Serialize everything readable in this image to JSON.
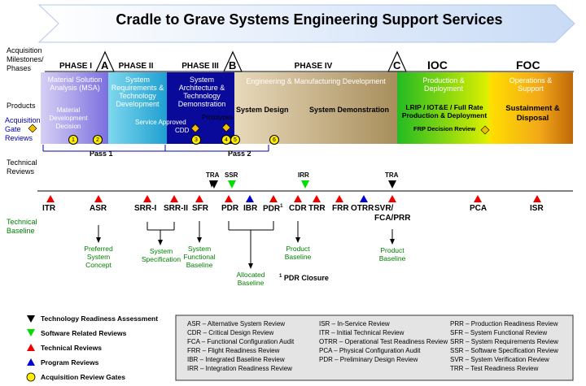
{
  "title": "Cradle to Grave Systems Engineering Support Services",
  "side_labels": {
    "milestones": "Acquisition Milestones/ Phases",
    "products": "Products",
    "gate_reviews": "Acquisition Gate Reviews",
    "technical_reviews": "Technical Reviews",
    "technical_baseline": "Technical Baseline"
  },
  "milestones": [
    "A",
    "B",
    "C"
  ],
  "phases": {
    "p1": "PHASE I",
    "p2": "PHASE II",
    "p3": "PHASE III",
    "p4": "PHASE IV",
    "ioc": "IOC",
    "foc": "FOC"
  },
  "products": {
    "msa": "Material Solution Analysis (MSA)",
    "mdd": "Material Development Decision",
    "srtd": "System Requirements & Technology Development",
    "service_approved": "Service Approved",
    "satd": "System Architecture & Technology Demonstration",
    "cdd": "CDD",
    "prototypes": "Prototypes",
    "emd": "Engineering & Manufacturing Development",
    "system_design": "System Design",
    "system_demo": "System Demonstration",
    "prod_deploy": "Production & Deployment",
    "lrip": "LRIP / IOT&E / Full Rate Production & Deployment",
    "frp": "FRP Decision Review",
    "ops_support": "Operations & Support",
    "sustainment": "Sustainment & Disposal"
  },
  "gates": [
    "1",
    "2",
    "3",
    "4",
    "5",
    "6"
  ],
  "passes": [
    "Pass 1",
    "Pass 2"
  ],
  "reviews": {
    "itr": "ITR",
    "asr": "ASR",
    "srr1": "SRR-I",
    "srr2": "SRR-II",
    "sfr": "SFR",
    "pdr": "PDR",
    "ibr": "IBR",
    "pdr1": "PDR",
    "pdr1_sup": "1",
    "cdr": "CDR",
    "trr": "TRR",
    "frr": "FRR",
    "otrr": "OTRR",
    "svr": "SVR/ FCA/PRR",
    "pca": "PCA",
    "isr": "ISR",
    "tra1": "TRA",
    "ssr": "SSR",
    "irr": "IRR",
    "tra2": "TRA"
  },
  "baselines": {
    "concept": "Preferred System Concept",
    "spec": "System Specification",
    "functional": "System Functional Baseline",
    "allocated": "Allocated Baseline",
    "product1": "Product Baseline",
    "product2": "Product Baseline"
  },
  "pdr_closure": "PDR Closure",
  "pdr_closure_sup": "1",
  "legend": [
    {
      "label": "Technology Readiness Assessment",
      "shape": "triangle-down",
      "color": "#000000"
    },
    {
      "label": "Software Related Reviews",
      "shape": "triangle-down",
      "color": "#00dd00"
    },
    {
      "label": "Technical Reviews",
      "shape": "triangle-up",
      "color": "#ee0000"
    },
    {
      "label": "Program Reviews",
      "shape": "triangle-up",
      "color": "#0000cc"
    },
    {
      "label": "Acquisition Review Gates",
      "shape": "circle",
      "color": "#ffee00"
    }
  ],
  "acronyms": {
    "col1": [
      "ASR – Alternative System Review",
      "CDR – Critical Design Review",
      "FCA – Functional Configuration Audit",
      "FRR – Flight Readiness Review",
      "IBR – Integrated Baseline Review",
      "IRR – Integration Readiness Review"
    ],
    "col2": [
      "ISR – In-Service Review",
      "ITR – Initial Technical Review",
      "OTRR – Operational Test Readiness Review",
      "PCA – Physical Configuration Audit",
      "PDR – Preliminary Design Review"
    ],
    "col3": [
      "PRR – Production Readiness Review",
      "SFR – System Functional Review",
      "SRR – System Requirements Review",
      "SSR – Software Specification Review",
      "SVR – System Verification Review",
      "TRR – Test Readiness Review"
    ]
  }
}
